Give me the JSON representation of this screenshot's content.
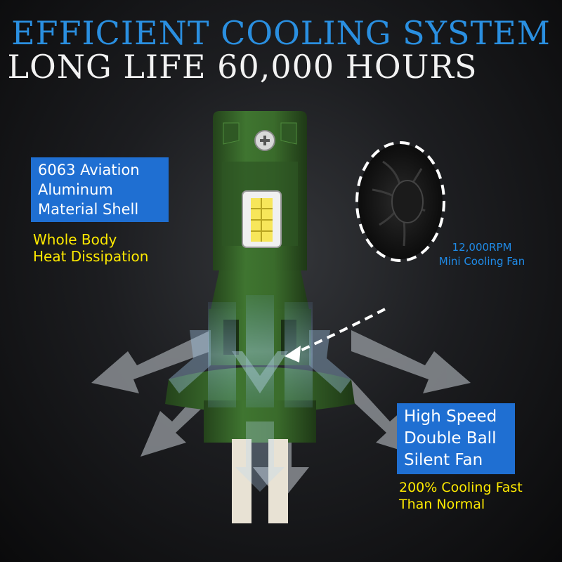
{
  "header": {
    "title": "EFFICIENT COOLING SYSTEM",
    "subtitle": "LONG LIFE 60,000 HOURS"
  },
  "left_panel": {
    "material_lines": [
      "6063 Aviation",
      "Aluminum",
      "Material Shell"
    ],
    "dissipation_lines": [
      "Whole Body",
      "Heat Dissipation"
    ]
  },
  "fan_callout": {
    "lines": [
      "12,000RPM",
      "Mini Cooling Fan"
    ]
  },
  "right_panel": {
    "fan_lines": [
      "High Speed",
      "Double Ball",
      "Silent Fan"
    ],
    "cooling_lines": [
      "200% Cooling Fast",
      "Than Normal"
    ]
  },
  "colors": {
    "title_blue": "#2a8fe0",
    "box_blue": "#1f6fd2",
    "highlight_yellow": "#ffea00",
    "bulb_green": "#3b6a2c"
  },
  "icons": [
    "screw-icon",
    "led-chip-icon",
    "cooling-fan-icon",
    "airflow-arrow-icon"
  ]
}
